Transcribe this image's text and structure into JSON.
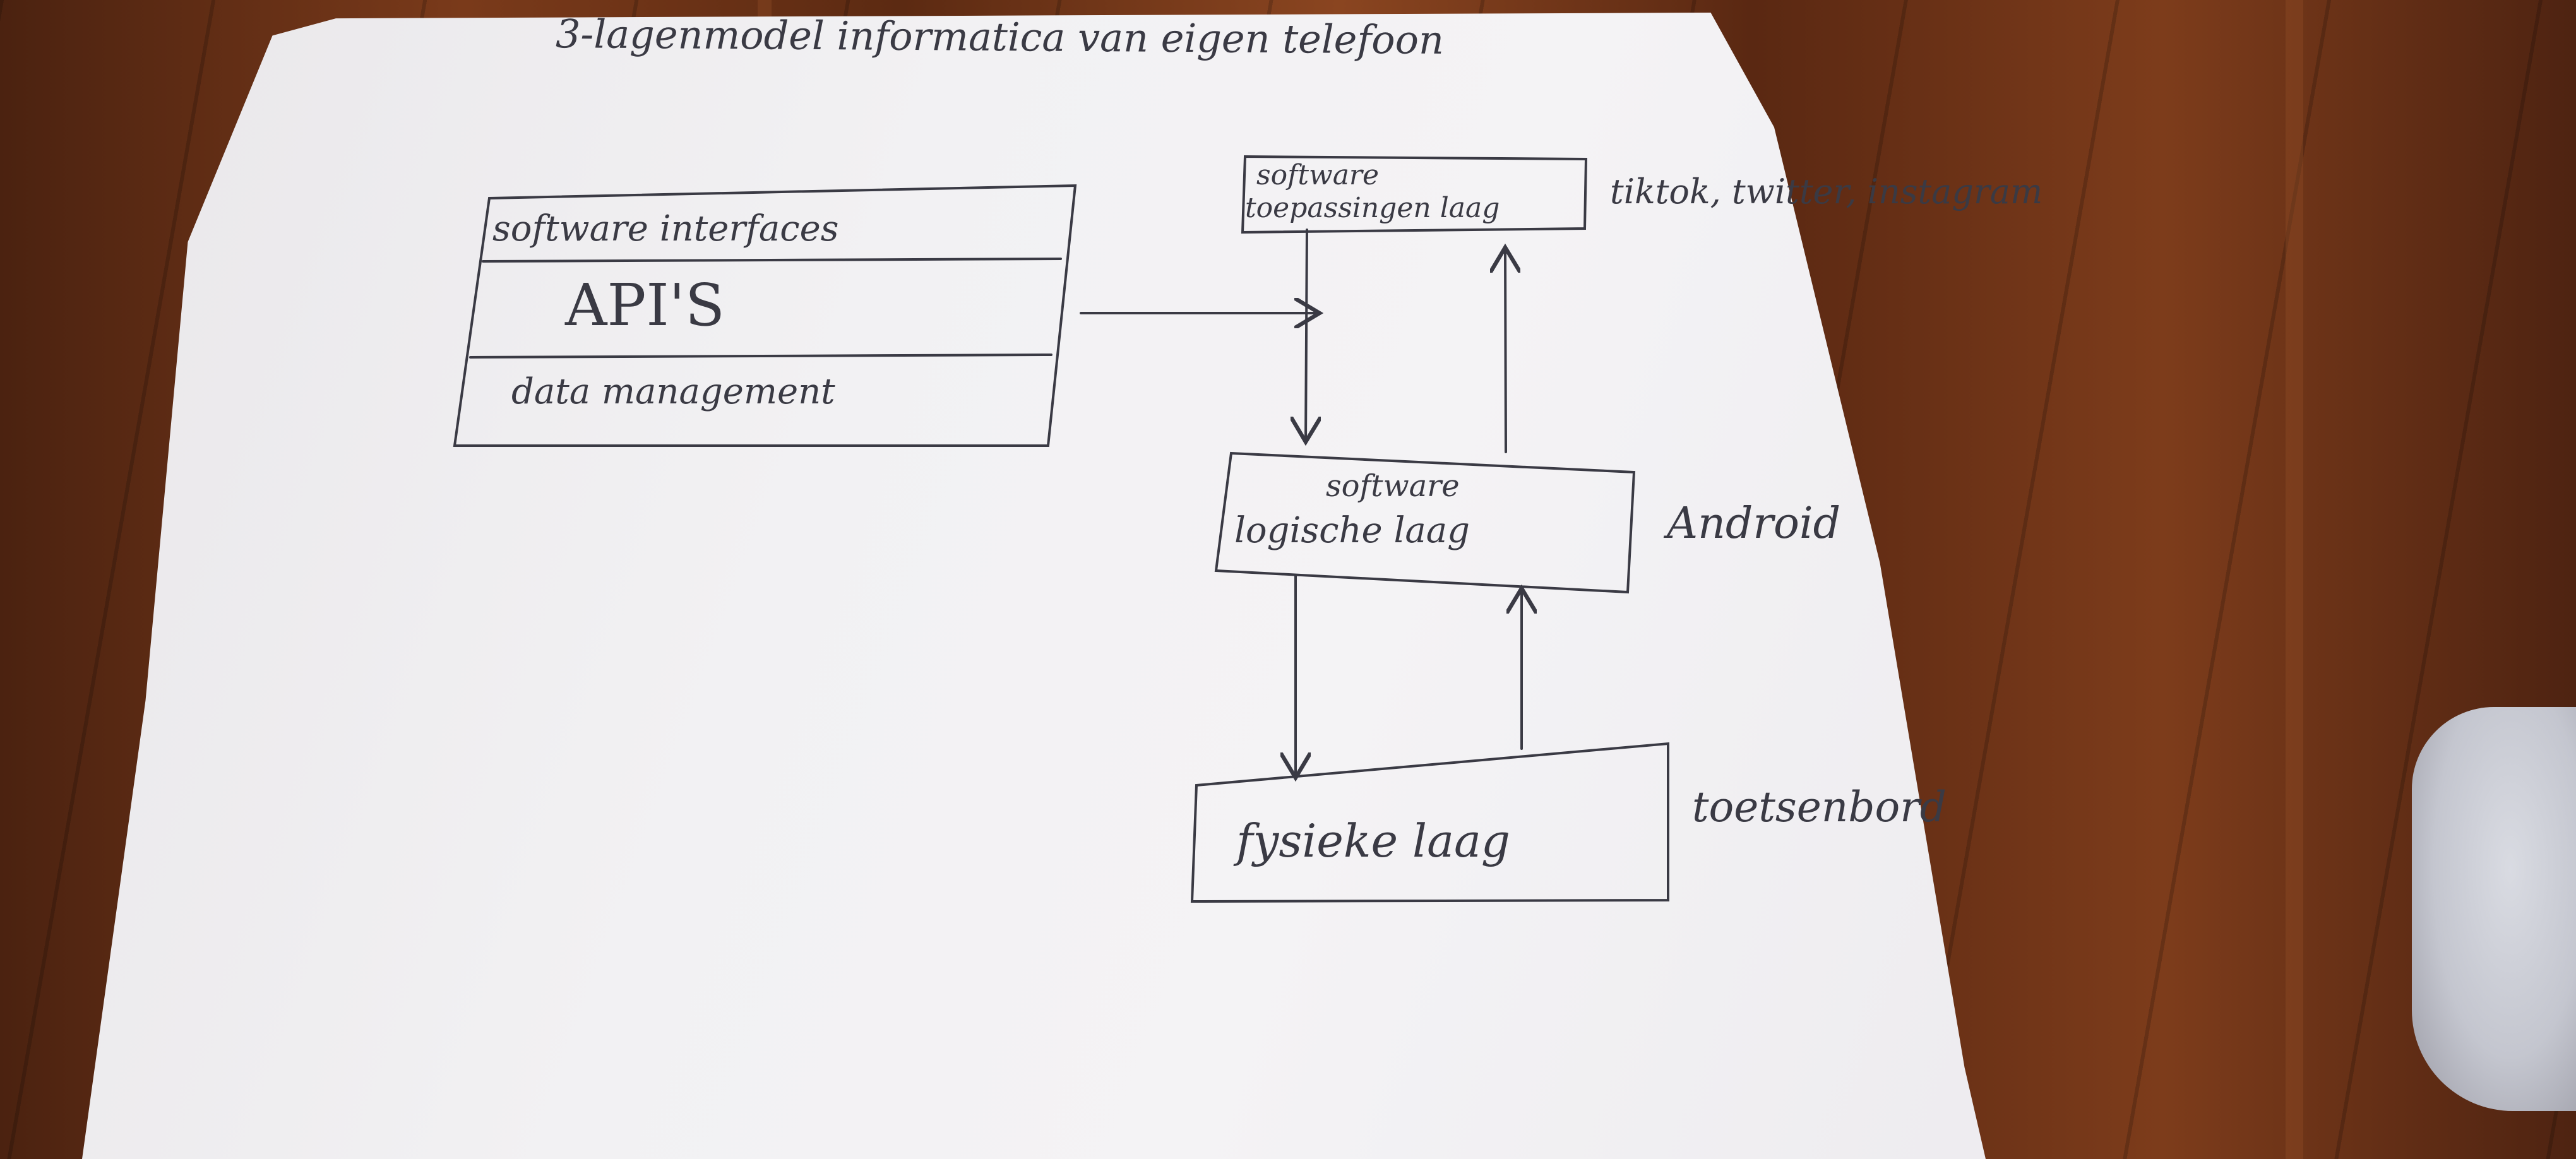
{
  "title": "3-lagenmodel informatica van eigen telefoon",
  "left_box": {
    "rows": [
      "software interfaces",
      "API'S",
      "data management"
    ]
  },
  "layers": [
    {
      "box_label_line1": "software",
      "box_label_line2": "toepassingen laag",
      "side_label": "tiktok, twitter, instagram"
    },
    {
      "box_label_line1": "software",
      "box_label_line2": "logische laag",
      "side_label": "Android"
    },
    {
      "box_label_line1": "fysieke laag",
      "box_label_line2": "",
      "side_label": "toetsenbord"
    }
  ],
  "colors": {
    "ink": "#3a3a44",
    "paper": "#f1f0f2",
    "floor": "#6a3018"
  }
}
